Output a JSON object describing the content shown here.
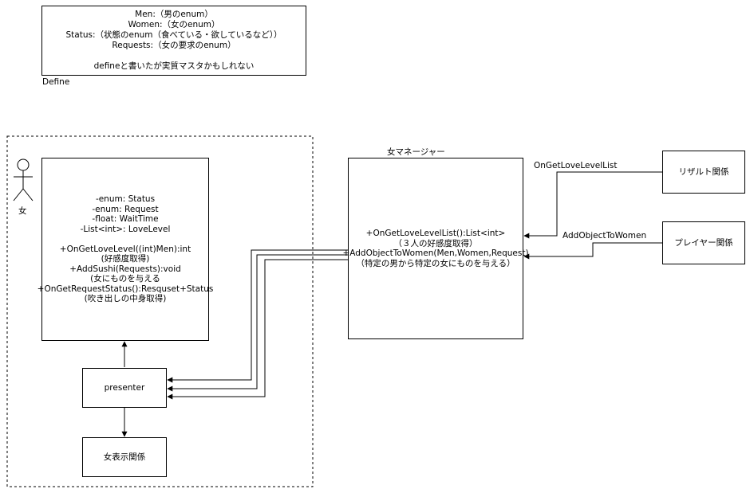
{
  "define": {
    "lines": [
      "Men:（男のenum）",
      "Women:（女のenum）",
      "Status:（状態のenum（食べている・欲しているなど））",
      "Requests:（女の要求のenum）",
      "",
      "defineと書いたが実質マスタかもしれない"
    ],
    "caption": "Define"
  },
  "actor": {
    "label": "女"
  },
  "woman_class": {
    "lines": [
      "-enum: Status",
      "-enum: Request",
      "-float: WaitTime",
      "-List<int>: LoveLevel",
      "",
      "+OnGetLoveLevel((int)Men):int",
      "(好感度取得)",
      "+AddSushi(Requests):void",
      "(女にものを与える",
      "+OnGetRequestStatus():Resquset+Status",
      "(吹き出しの中身取得)"
    ]
  },
  "presenter": {
    "label": "presenter"
  },
  "woman_display": {
    "label": "女表示関係"
  },
  "manager": {
    "title": "女マネージャー",
    "lines": [
      "+OnGetLoveLevelList():List<int>",
      "（３人の好感度取得）",
      "+AddObjectToWomen(Men,Women,Request)",
      "（特定の男から特定の女にものを与える）"
    ]
  },
  "result": {
    "label": "リザルト関係"
  },
  "player": {
    "label": "プレイヤー関係"
  },
  "edges": {
    "get_love_level_list": "OnGetLoveLevelList",
    "add_object_to_women": "AddObjectToWomen"
  }
}
